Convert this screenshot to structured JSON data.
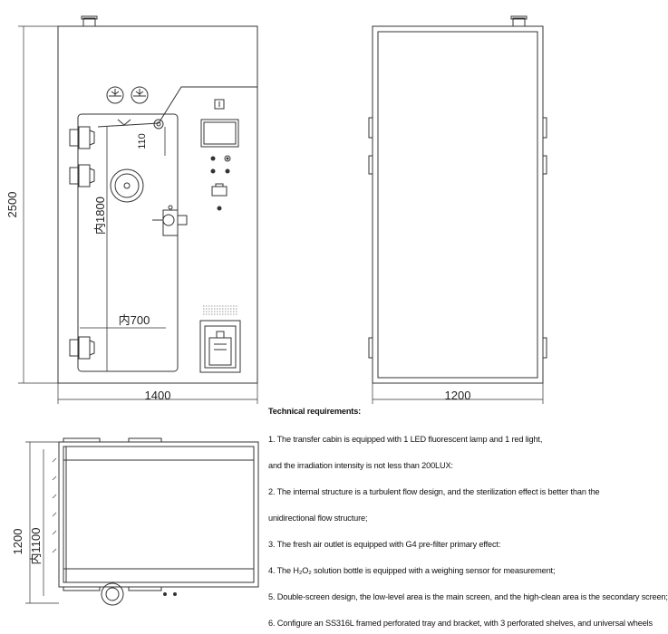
{
  "front_view": {
    "width_label": "1400",
    "height_label": "2500",
    "inner_height_label": "内1800",
    "inner_width_label": "内700",
    "offset_label": "110"
  },
  "side_view": {
    "width_label": "1200"
  },
  "top_view": {
    "depth_label": "1200",
    "inner_depth_label": "内1100"
  },
  "technical_requirements": {
    "title": "Technical requirements:",
    "lines": [
      "1. The transfer cabin is equipped with 1 LED fluorescent lamp and 1 red light,",
      "and the irradiation intensity is not less than 200LUX:",
      "2. The internal structure is a turbulent flow design, and the sterilization effect is better than the",
      "unidirectional flow structure;",
      "3. The fresh air outlet is equipped with G4 pre-filter primary effect:",
      "4. The H₂O₂ solution bottle is equipped with a weighing sensor for measurement;",
      "5. Double-screen design, the low-level area is the main screen, and the high-clean area is the secondary screen;",
      "6. Configure an SS316L framed perforated tray and bracket, with 3 perforated shelves, and universal wheels"
    ]
  }
}
